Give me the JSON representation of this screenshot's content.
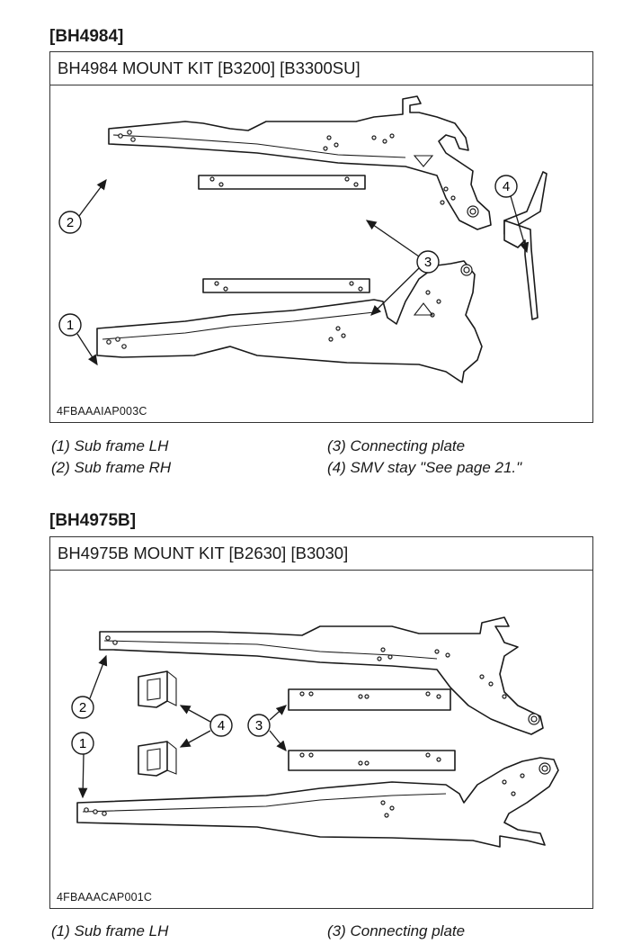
{
  "sections": [
    {
      "heading": "[BH4984]",
      "figure_title": "BH4984 MOUNT KIT [B3200] [B3300SU]",
      "figure_code": "4FBAAAIAP003C",
      "callouts": [
        "1",
        "2",
        "3",
        "4"
      ],
      "legend": [
        "(1) Sub frame LH",
        "(2) Sub frame RH",
        "(3) Connecting plate",
        "(4) SMV stay \"See page 21.\""
      ]
    },
    {
      "heading": "[BH4975B]",
      "figure_title": "BH4975B MOUNT KIT [B2630] [B3030]",
      "figure_code": "4FBAAACAP001C",
      "callouts": [
        "1",
        "2",
        "3",
        "4"
      ],
      "legend": [
        "(1) Sub frame LH",
        "(3) Connecting plate"
      ]
    }
  ]
}
